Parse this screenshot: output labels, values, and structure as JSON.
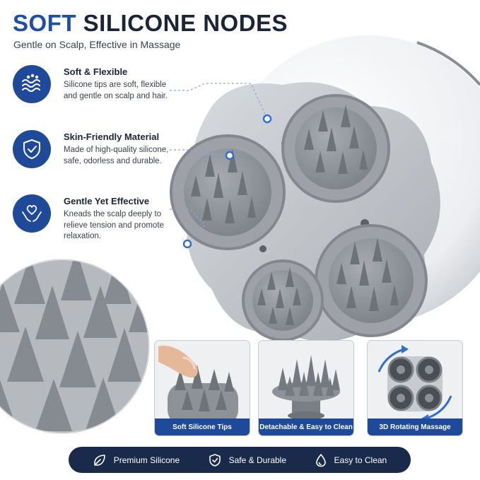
{
  "header": {
    "title_part1": "SOFT",
    "title_part2": "SILICONE NODES",
    "subtitle": "Gentle on Scalp, Effective in Massage"
  },
  "features": [
    {
      "title": "Soft & Flexible",
      "description": "Silicone tips are soft, flexible and gentle on scalp and hair.",
      "icon": "waves-icon"
    },
    {
      "title": "Skin-Friendly Material",
      "description": "Made of high-quality silicone, safe, odorless and durable.",
      "icon": "shield-check-icon"
    },
    {
      "title": "Gentle Yet Effective",
      "description": "Kneads the scalp deeply to relieve tension and promote relaxation.",
      "icon": "heart-hands-icon"
    }
  ],
  "cards": [
    {
      "caption": "Soft Silicone Tips"
    },
    {
      "caption": "Detachable & Easy to Clean"
    },
    {
      "caption": "3D Rotating Massage"
    }
  ],
  "bottom_bar": [
    {
      "label": "Premium Silicone",
      "icon": "leaf-icon"
    },
    {
      "label": "Safe & Durable",
      "icon": "shield-check-icon"
    },
    {
      "label": "Easy to Clean",
      "icon": "droplet-icon"
    }
  ],
  "colors": {
    "accent": "#1f4a99",
    "title_blue": "#1f4fa3",
    "bar_bg": "#1a2a4a",
    "silicone_gray": "#8d9299"
  }
}
